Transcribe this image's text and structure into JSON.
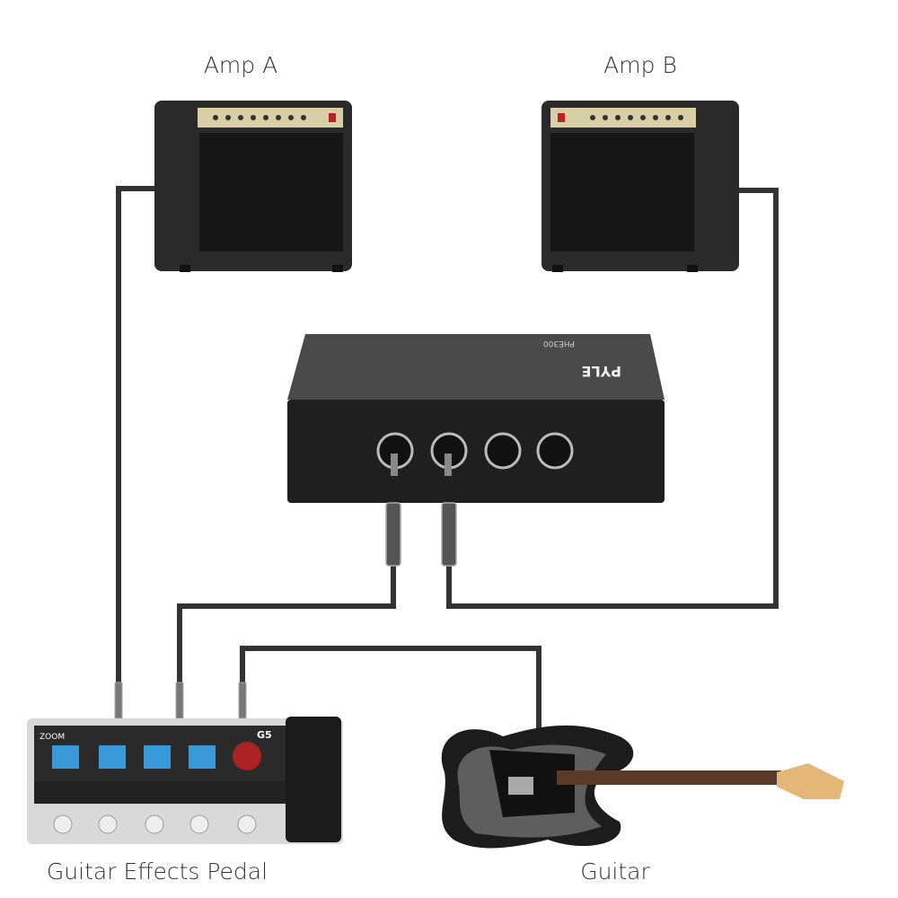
{
  "labels": {
    "amp_a": "Amp A",
    "amp_b": "Amp B",
    "pedal": "Guitar Effects Pedal",
    "guitar": "Guitar"
  },
  "device_lettering": {
    "hum_destroyer_brand": "PYLE",
    "hum_destroyer_model": "PHE300",
    "pedal_brand": "ZOOM",
    "pedal_model": "G5"
  },
  "colors": {
    "cable": "#333333",
    "amp_body": "#2a2a2a",
    "amp_panel": "#d8cfa6",
    "box": "#3a3a3a",
    "pedal": "#d9d9d9"
  }
}
